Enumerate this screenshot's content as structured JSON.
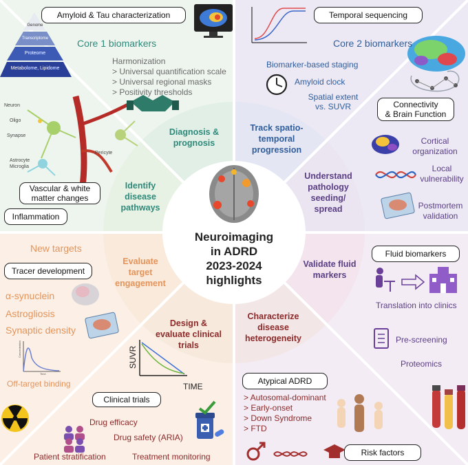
{
  "center_title": [
    "Neuroimaging",
    "in ADRD",
    "2023-2024",
    "highlights"
  ],
  "segments": {
    "diagnosis": "Diagnosis & prognosis",
    "track": "Track spatio-temporal progression",
    "identify": "Identify disease pathways",
    "understand": "Understand pathology seeding/ spread",
    "evaluate": "Evaluate target engagement",
    "validate": "Validate fluid markers",
    "design": "Design & evaluate clinical trials",
    "characterize": "Characterize disease heterogeneity"
  },
  "top_left": {
    "box_label": "Amyloid & Tau characterization",
    "core1": "Core 1 biomarkers",
    "harmonization": [
      "Harmonization",
      "> Universal quantification scale",
      "> Universal regional masks",
      "> Positivity thresholds"
    ],
    "pyramid": [
      "Genome",
      "Transcriptome",
      "Proteome",
      "Metabolome, Lipidome"
    ],
    "cells": [
      "Neuron",
      "Oligo",
      "Synapse",
      "Astrocyte",
      "Microglia",
      "Pericyte"
    ],
    "vascular_box": "Vascular & white matter changes",
    "inflammation_box": "Inflammation"
  },
  "top_right": {
    "box_label": "Temporal sequencing",
    "core2": "Core 2 biomarkers",
    "staging": "Biomarker-based staging",
    "amyloid_clock": "Amyloid clock",
    "spatial": [
      "Spatial extent",
      "vs. SUVR"
    ],
    "connectivity_box": [
      "Connectivity",
      "& Brain Function"
    ],
    "cortical": [
      "Cortical",
      "organization"
    ],
    "local": [
      "Local",
      "vulnerability"
    ],
    "postmortem": [
      "Postmortem",
      "validation"
    ]
  },
  "bottom_left": {
    "new_targets": "New targets",
    "tracer_box": "Tracer development",
    "tracers": [
      "α-synuclein",
      "Astrogliosis",
      "Synaptic density"
    ],
    "off_target": "Off-target binding",
    "mini_axis": [
      "Concentration",
      "Time"
    ],
    "suvr_axis": [
      "SUVR",
      "TIME"
    ],
    "trials_box": "Clinical trials",
    "drug_efficacy": "Drug efficacy",
    "drug_safety": "Drug safety (ARIA)",
    "stratification": "Patient stratification",
    "monitoring": "Treatment monitoring"
  },
  "bottom_right": {
    "fluid_box": "Fluid biomarkers",
    "translation": "Translation into clinics",
    "prescreening": "Pre-screening",
    "proteomics": "Proteomics",
    "atypical_box": "Atypical ADRD",
    "atypical_list": [
      "> Autosomal-dominant",
      "> Early-onset",
      "> Down Syndrome",
      "> FTD"
    ],
    "risk_box": "Risk factors"
  },
  "colors": {
    "q_top_left": "#eef5ee",
    "q_top_right": "#ece9f5",
    "q_bottom_left": "#fbefe6",
    "q_bottom_right": "#f3ecf4",
    "green": "#2d8a7b",
    "blue": "#2f5d9b",
    "purple": "#5a3e84",
    "orange": "#e4945a",
    "red": "#8c2a2a"
  }
}
